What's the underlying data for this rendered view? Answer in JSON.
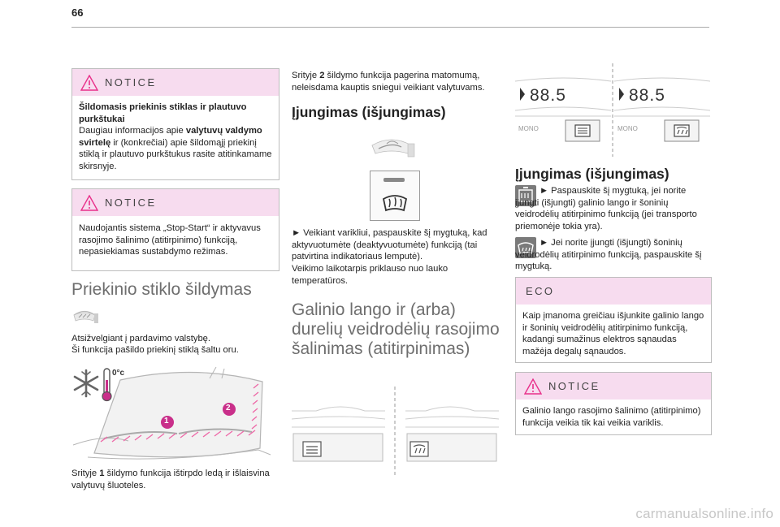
{
  "page_number": "66",
  "notice_label": "NOTICE",
  "eco_label": "ECO",
  "left": {
    "notice1": {
      "heading": "Šildomasis priekinis stiklas ir plautuvo purkštukai",
      "text_a": "Daugiau informacijos apie ",
      "bold_a": "valytuvų valdymo svirtelę",
      "text_b": " ir (konkrečiai) apie šildomąjį priekinį stiklą ir plautuvo purkštukus rasite atitinkamame skirsnyje."
    },
    "notice2": {
      "text": "Naudojantis sistema „Stop-Start“ ir aktyvavus rasojimo šalinimo (atitirpinimo) funkciją, nepasiekiamas sustabdymo režimas."
    },
    "section_title": "Priekinio stiklo šildymas",
    "para1_line1": "Atsižvelgiant į pardavimo valstybę.",
    "para1_line2": "Ši funkcija pašildo priekinį stiklą šaltu oru.",
    "temp_label": "0°c",
    "zone1": "1",
    "zone2": "2",
    "caption_a": "Srityje ",
    "caption_b": "1",
    "caption_c": " šildymo funkcija ištirpdo ledą ir išlaisvina valytuvų šluoteles."
  },
  "middle": {
    "para_a": "Srityje ",
    "para_b": "2",
    "para_c": " šildymo funkcija pagerina matomumą, neleisdama kauptis sniegui veikiant valytuvams.",
    "heading": "Įjungimas (išjungimas)",
    "instr1": "► Veikiant varikliui, paspauskite šį mygtuką, kad aktyvuotumėte (deaktyvuotumėte) funkciją (tai patvirtina indikatoriaus lemputė).",
    "instr2": "Veikimo laikotarpis priklauso nuo lauko temperatūros.",
    "section_title": "Galinio lango ir (arba) durelių veidrodėlių rasojimo šalinimas (atitirpinimas)"
  },
  "right": {
    "display_a": "88.5",
    "display_b": "88.5",
    "mono_a": "MONO",
    "mono_b": "MONO",
    "heading": "Įjungimas (išjungimas)",
    "instr1": "► Paspauskite šį mygtuką, jei norite įjungti (išjungti) galinio lango ir šoninių veidrodėlių atitirpinimo funkciją (jei transporto priemonėje tokia yra).",
    "instr2": "► Jei norite įjungti (išjungti) šoninių veidrodėlių atitirpinimo funkciją, paspauskite šį mygtuką.",
    "eco": {
      "text": "Kaip įmanoma greičiau išjunkite galinio lango ir šoninių veidrodėlių atitirpinimo funkciją, kadangi sumažinus elektros sąnaudas mažėja degalų sąnaudos."
    },
    "notice3": {
      "text": "Galinio lango rasojimo šalinimo (atitirpinimo) funkcija veikia tik kai veikia variklis."
    }
  },
  "watermark": "carmanualsonline.info"
}
